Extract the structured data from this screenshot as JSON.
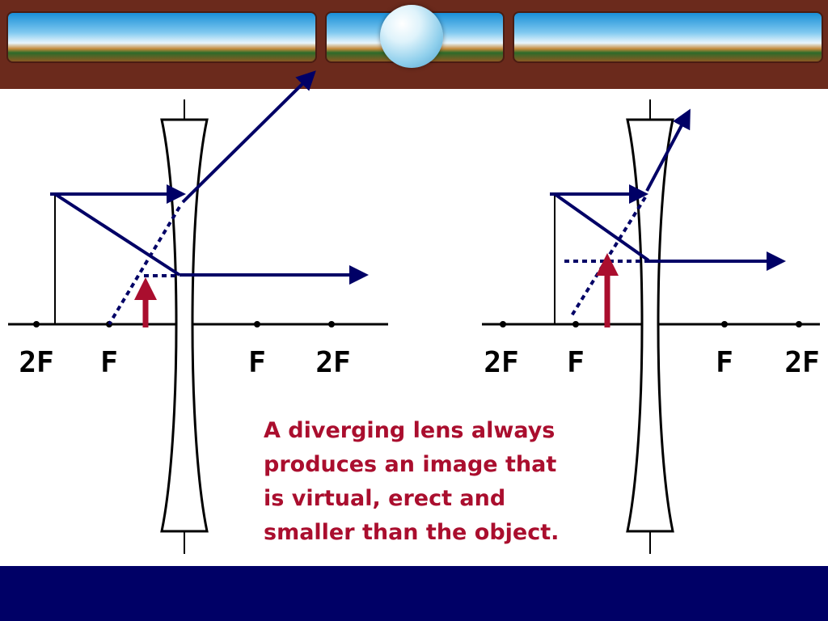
{
  "diagrams": [
    {
      "axis_labels": [
        "2F",
        "F",
        "F",
        "2F"
      ]
    },
    {
      "axis_labels": [
        "2F",
        "F",
        "F",
        "2F"
      ]
    }
  ],
  "caption": {
    "lines": [
      "A diverging lens always",
      "produces an image that",
      "is virtual, erect and",
      "smaller than the object."
    ]
  },
  "colors": {
    "banner": "#6b2a1c",
    "rays": "#000066",
    "image_arrow": "#aa0e2e",
    "caption": "#aa0e2e",
    "footer": "#000066"
  }
}
